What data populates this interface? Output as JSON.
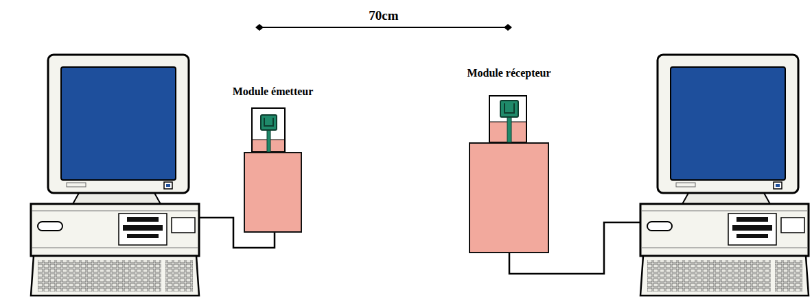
{
  "diagram": {
    "nodes": [
      {
        "text": [
          "Module émetteur"
        ]
      },
      {
        "text": [
          "Module récepteur"
        ]
      }
    ],
    "edges": [],
    "labels": [
      "70cm"
    ]
  }
}
